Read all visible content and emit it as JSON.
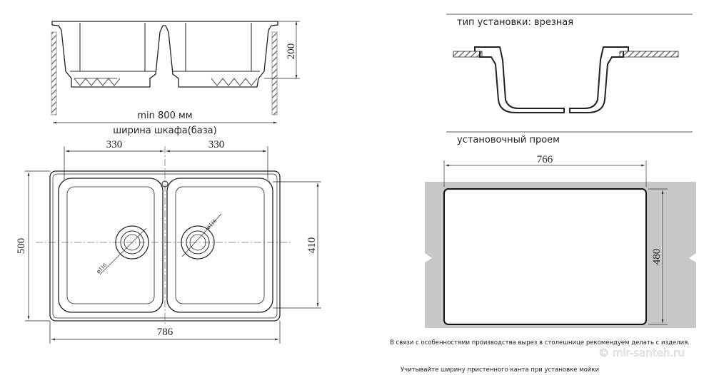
{
  "side_view": {
    "height_dim": "200",
    "min_width": "min 800 мм",
    "cabinet_label": "ширина шкафа(база)"
  },
  "top_view": {
    "bowl_left_width": "330",
    "bowl_right_width": "330",
    "overall_depth": "500",
    "bowl_depth": "410",
    "overall_width": "786",
    "drain_left_diameter": "⌀116",
    "drain_right_diameter": "⌀116"
  },
  "installation": {
    "type_label": "тип установки: врезная",
    "cutout_label": "установочный проем",
    "cutout_width": "766",
    "cutout_depth": "480"
  },
  "notes": {
    "cutout_note": "В связи с особенностями производства вырез в столешнице рекомендуем делать с изделия.",
    "rim_note": "Учитывайте ширину пристенного канта при установке мойки"
  },
  "watermark": "© mir-santeh.ru"
}
